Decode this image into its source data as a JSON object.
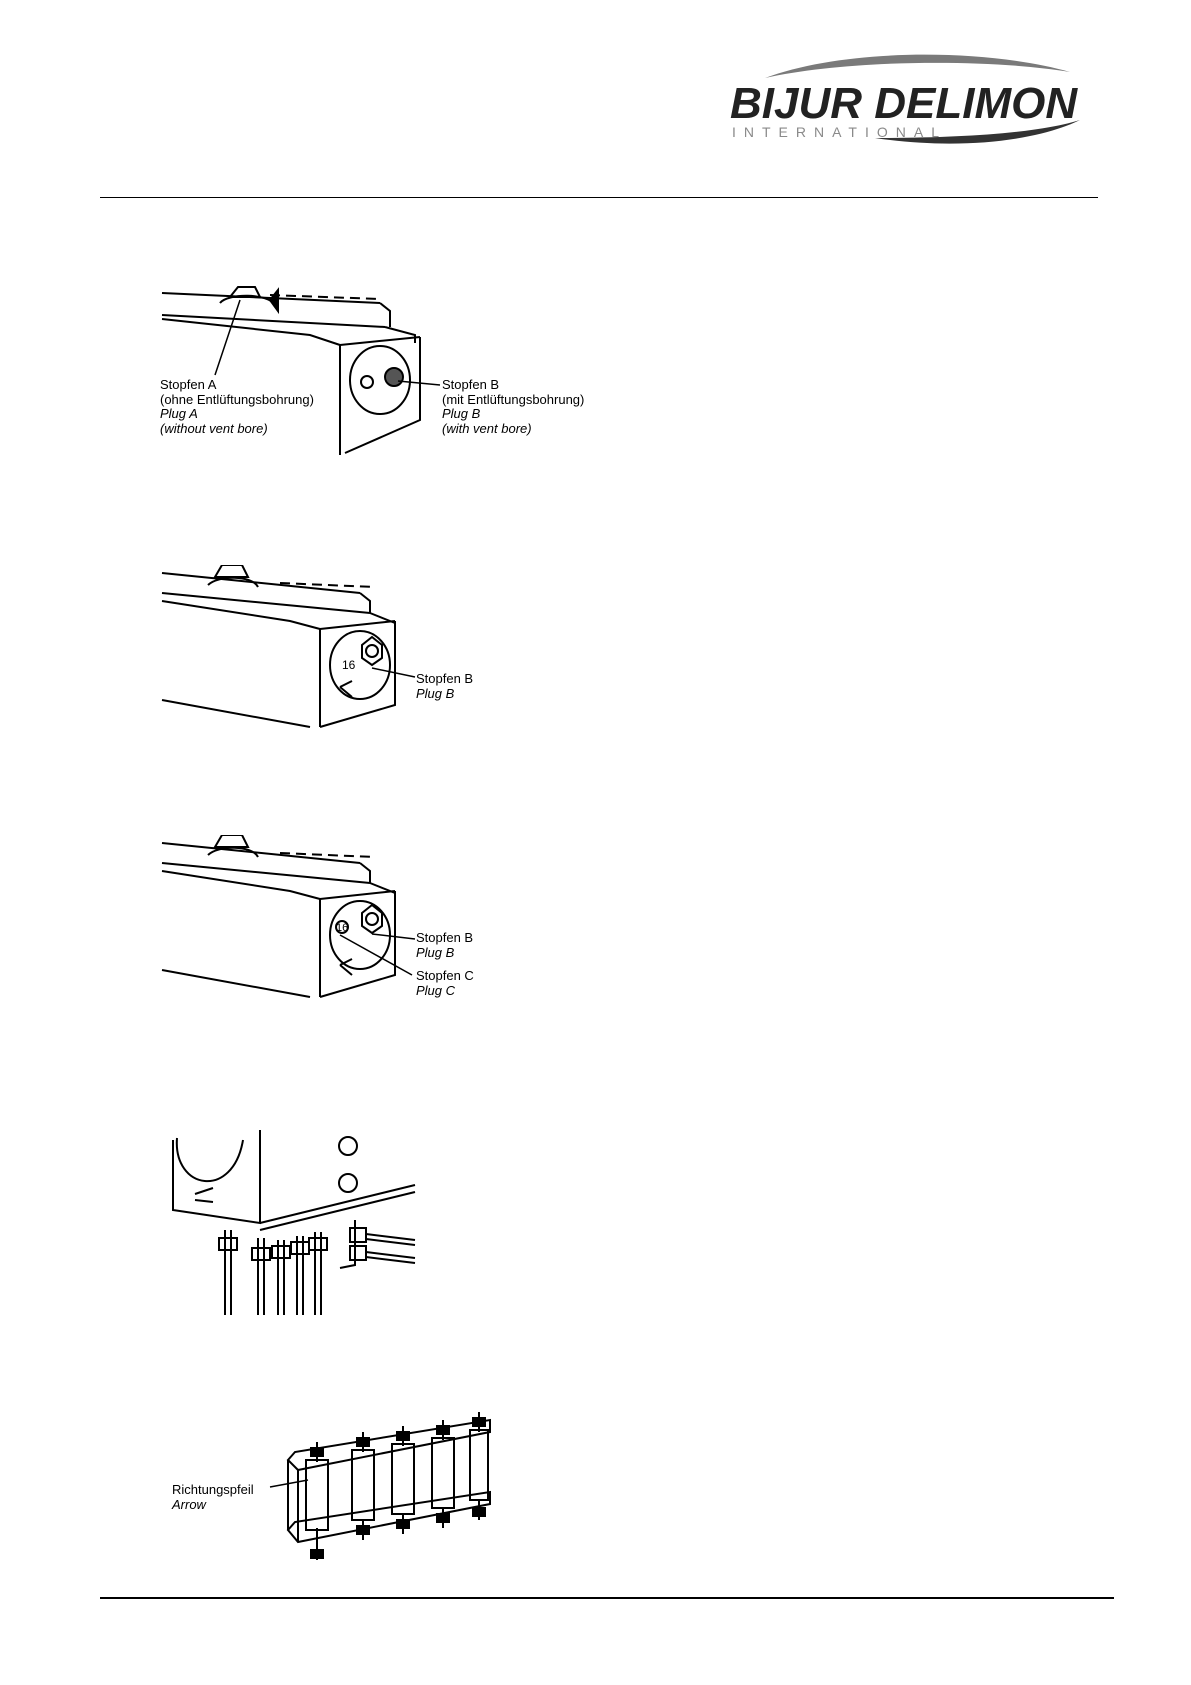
{
  "header": {
    "logo": {
      "brand_top": "BIJUR DELIMON",
      "brand_bottom": "INTERNATIONAL"
    }
  },
  "figures": [
    {
      "labels": [
        {
          "de1": "Stopfen A",
          "de2": "(ohne Entlüftungsbohrung)",
          "en1": "Plug A",
          "en2": "(without vent bore)"
        },
        {
          "de1": "Stopfen B",
          "de2": "(mit Entlüftungsbohrung)",
          "en1": "Plug B",
          "en2": "(with vent bore)"
        }
      ]
    },
    {
      "labels": [
        {
          "de": "Stopfen B",
          "en": "Plug B"
        }
      ],
      "plug_number": "16"
    },
    {
      "labels": [
        {
          "de": "Stopfen B",
          "en": "Plug B"
        },
        {
          "de": "Stopfen C",
          "en": "Plug C"
        }
      ],
      "plug_number": "16"
    },
    {
      "labels": []
    },
    {
      "labels": [
        {
          "de": "Richtungspfeil",
          "en": "Arrow"
        }
      ]
    }
  ]
}
